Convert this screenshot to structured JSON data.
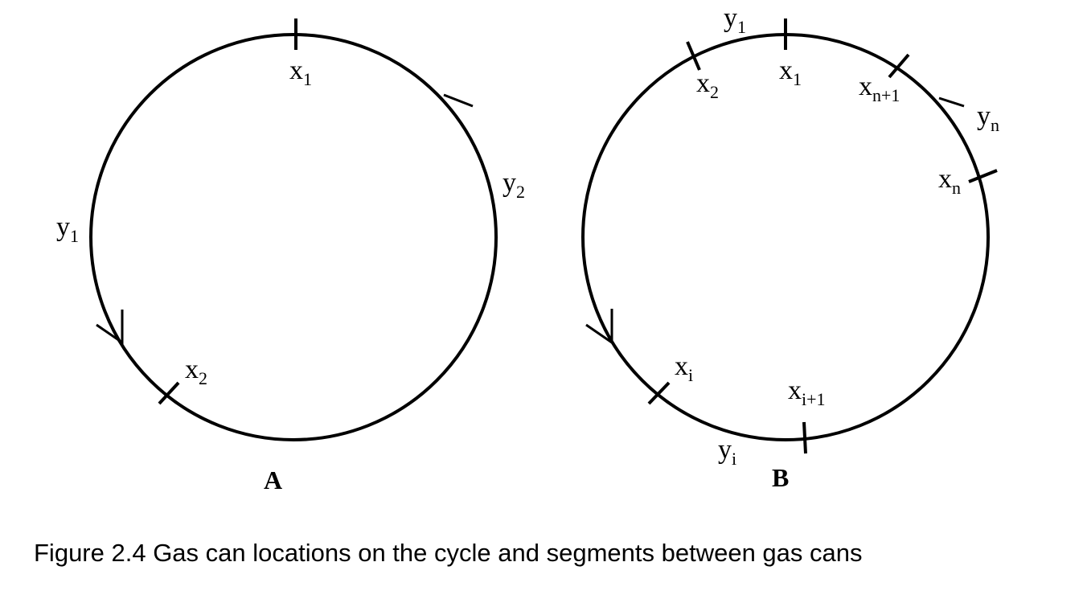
{
  "diagram_a": {
    "panel_label": "A",
    "labels": {
      "x1": {
        "base": "x",
        "sub": "1"
      },
      "x2": {
        "base": "x",
        "sub": "2"
      },
      "y1": {
        "base": "y",
        "sub": "1"
      },
      "y2": {
        "base": "y",
        "sub": "2"
      }
    }
  },
  "diagram_b": {
    "panel_label": "B",
    "labels": {
      "y1": {
        "base": "y",
        "sub": "1"
      },
      "x1": {
        "base": "x",
        "sub": "1"
      },
      "x2": {
        "base": "x",
        "sub": "2"
      },
      "xn1": {
        "base": "x",
        "sub": "n+1"
      },
      "yn": {
        "base": "y",
        "sub": "n"
      },
      "xn": {
        "base": "x",
        "sub": "n"
      },
      "xi": {
        "base": "x",
        "sub": "i"
      },
      "xi1": {
        "base": "x",
        "sub": "i+1"
      },
      "yi": {
        "base": "y",
        "sub": "i"
      }
    }
  },
  "caption": "Figure 2.4 Gas can locations on the cycle and segments between gas cans"
}
